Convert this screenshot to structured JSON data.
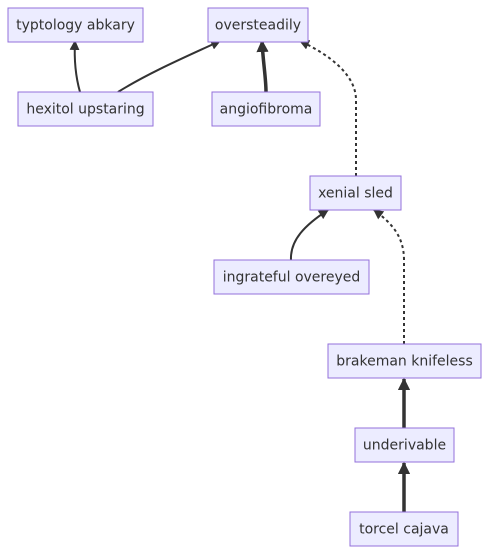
{
  "diagram": {
    "nodes": {
      "typtology_abkary": "typtology abkary",
      "oversteadily": "oversteadily",
      "hexitol_upstaring": "hexitol upstaring",
      "angiofibroma": "angiofibroma",
      "xenial_sled": "xenial sled",
      "ingrateful_overeyed": "ingrateful overeyed",
      "brakeman_knifeless": "brakeman knifeless",
      "underivable": "underivable",
      "torcel_cajava": "torcel cajava"
    },
    "edges": [
      {
        "from": "hexitol upstaring",
        "to": "typtology abkary",
        "style": "normal"
      },
      {
        "from": "hexitol upstaring",
        "to": "oversteadily",
        "style": "normal"
      },
      {
        "from": "angiofibroma",
        "to": "oversteadily",
        "style": "thick"
      },
      {
        "from": "xenial sled",
        "to": "oversteadily",
        "style": "dotted"
      },
      {
        "from": "ingrateful overeyed",
        "to": "xenial sled",
        "style": "normal"
      },
      {
        "from": "brakeman knifeless",
        "to": "xenial sled",
        "style": "dotted"
      },
      {
        "from": "underivable",
        "to": "brakeman knifeless",
        "style": "thick"
      },
      {
        "from": "torcel cajava",
        "to": "underivable",
        "style": "thick"
      }
    ],
    "colors": {
      "node_fill": "#ececff",
      "node_border": "#9370db",
      "edge": "#333333",
      "text": "#333333",
      "background": "#ffffff"
    }
  }
}
